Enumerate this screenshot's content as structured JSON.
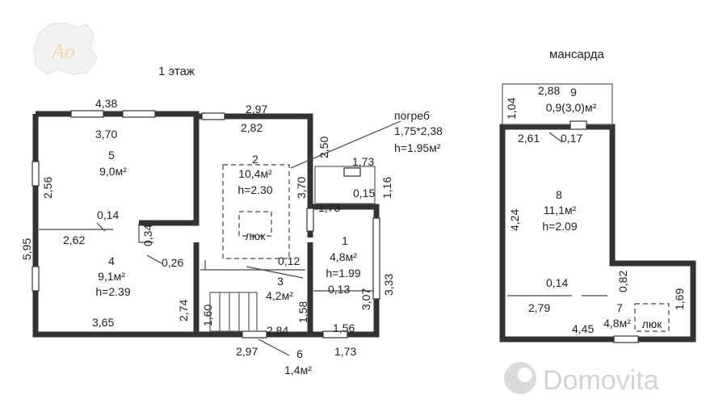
{
  "floor1_title": "1 этаж",
  "attic_title": "мансарда",
  "cellar": {
    "label": "погреб",
    "size": "1,75*2,38",
    "height": "h=1.95м²"
  },
  "rooms": [
    {
      "id": "5",
      "num": "5",
      "area": "9,0м²"
    },
    {
      "id": "4",
      "num": "4",
      "area": "9,1м²",
      "height": "h=2.39"
    },
    {
      "id": "2",
      "num": "2",
      "area": "10,4м²",
      "height": "h=2.30",
      "hatch": "люк"
    },
    {
      "id": "1",
      "num": "1",
      "area": "4,8м²",
      "height": "h=1.99"
    },
    {
      "id": "3",
      "num": "3",
      "area": "4,2м²"
    },
    {
      "id": "6",
      "num": "6",
      "area": "1,4м²"
    },
    {
      "id": "8",
      "num": "8",
      "area": "11,1м²",
      "height": "h=2.09"
    },
    {
      "id": "7",
      "num": "7",
      "area": "4,8м²",
      "hatch": "люк"
    },
    {
      "id": "9",
      "num": "9",
      "area": "0,9(3,0)м²"
    }
  ],
  "dimensions": {
    "d438": "4,38",
    "d370a": "3,70",
    "d297a": "2,97",
    "d282": "2,82",
    "d256": "2,56",
    "d595": "5,95",
    "d014a": "0,14",
    "d262": "2,62",
    "d034": "0,34",
    "d026": "0,26",
    "d274": "2,74",
    "d365": "3,65",
    "d250": "2,50",
    "d370b": "3,70",
    "d173a": "1,73",
    "d116": "1,16",
    "d015": "0,15",
    "d173b": "1,73",
    "d012": "0,12",
    "d013": "0,13",
    "d158": "1,58",
    "d307": "3,07",
    "d333": "3,33",
    "d160": "1,60",
    "d284": "2,84",
    "d156": "1,56",
    "d297b": "2,97",
    "d173c": "1,73",
    "d288": "2,88",
    "d104": "1,04",
    "d261": "2,61",
    "d017": "0,17",
    "d424": "4,24",
    "d014b": "0,14",
    "d082": "0,82",
    "d279": "2,79",
    "d169": "1,69",
    "d445": "4,45"
  },
  "watermark": "Domovita"
}
